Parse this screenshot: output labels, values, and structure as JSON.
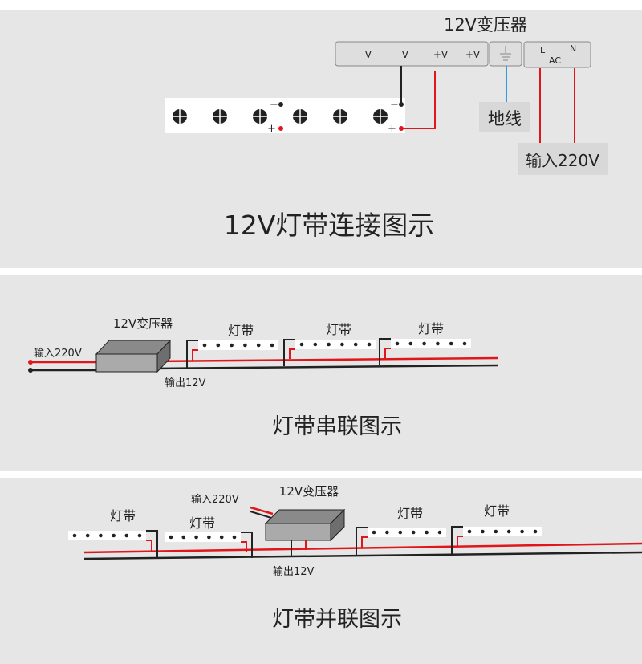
{
  "panel1": {
    "transformer_label": "12V变压器",
    "terminals": [
      "-V",
      "-V",
      "+V",
      "+V"
    ],
    "ac_l": "L",
    "ac_n": "N",
    "ac_label": "AC",
    "ground_label": "地线",
    "input_label": "输入220V",
    "strip_minus": "−",
    "strip_plus": "+",
    "title": "12V灯带连接图示"
  },
  "panel2": {
    "transformer_label": "12V变压器",
    "input_label": "输入220V",
    "output_label": "输出12V",
    "strip_labels": [
      "灯带",
      "灯带",
      "灯带"
    ],
    "title": "灯带串联图示"
  },
  "panel3": {
    "transformer_label": "12V变压器",
    "input_label": "输入220V",
    "output_label": "输出12V",
    "strip_labels": [
      "灯带",
      "灯带",
      "灯带",
      "灯带"
    ],
    "title": "灯带并联图示"
  },
  "colors": {
    "bg": "#e6e6e6",
    "red": "#e0161b",
    "blue": "#2e9be0"
  }
}
